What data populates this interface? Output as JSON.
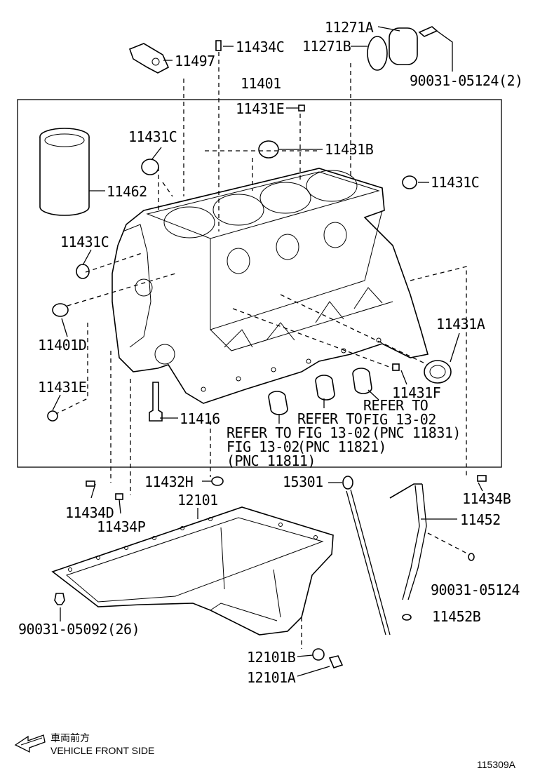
{
  "labels": {
    "p11271A": "11271A",
    "p11271B": "11271B",
    "p90031_05124_2": "90031-05124(2)",
    "p11434C": "11434C",
    "p11497": "11497",
    "p11401": "11401",
    "p11431E_top": "11431E",
    "p11431C_a": "11431C",
    "p11431B": "11431B",
    "p11431C_right": "11431C",
    "p11462": "11462",
    "p11431C_left": "11431C",
    "p11431A": "11431A",
    "p11401D": "11401D",
    "p11431E_left": "11431E",
    "p11431F": "11431F",
    "p11416": "11416",
    "refer1_l1": "REFER TO",
    "refer1_l2": "FIG 13-02",
    "refer1_l3": "(PNC 11811)",
    "refer2_l1": "REFER TO",
    "refer2_l2": "FIG 13-02",
    "refer2_l3": "(PNC 11821)",
    "refer3_l1": "REFER TO",
    "refer3_l2": "FIG 13-02",
    "refer3_l3": "(PNC 11831)",
    "p11432H": "11432H",
    "p15301": "15301",
    "p11434B": "11434B",
    "p12101": "12101",
    "p11434D": "11434D",
    "p11434P": "11434P",
    "p11452": "11452",
    "p90031_05124": "90031-05124",
    "p11452B": "11452B",
    "p90031_05092_26": "90031-05092(26)",
    "p12101B": "12101B",
    "p12101A": "12101A"
  },
  "legend": {
    "jp": "車両前方",
    "en": "VEHICLE FRONT SIDE"
  },
  "figure_code": "115309A"
}
